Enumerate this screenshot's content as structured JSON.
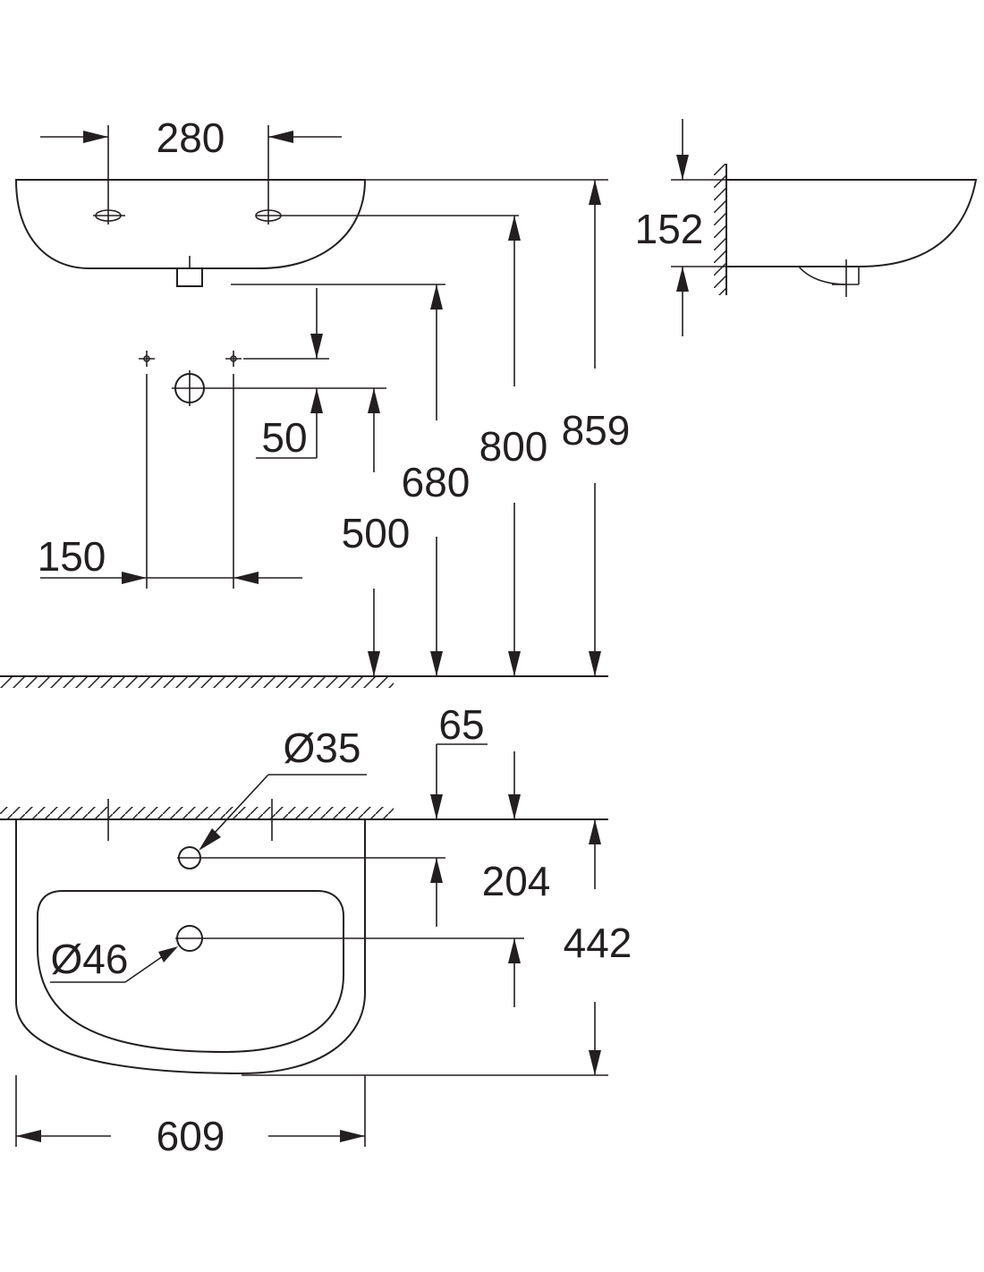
{
  "dimensions": {
    "hole_spacing_top": "280",
    "depth_side": "152",
    "offset_50": "50",
    "waste_height": "500",
    "bottom_height": "680",
    "hole_height": "800",
    "rim_height": "859",
    "bolt_spacing": "150",
    "tap_hole_offset": "65",
    "tap_hole_dia": "Ø35",
    "tap_hole_from_wall": "204",
    "waste_dia": "Ø46",
    "projection": "442",
    "width": "609"
  }
}
